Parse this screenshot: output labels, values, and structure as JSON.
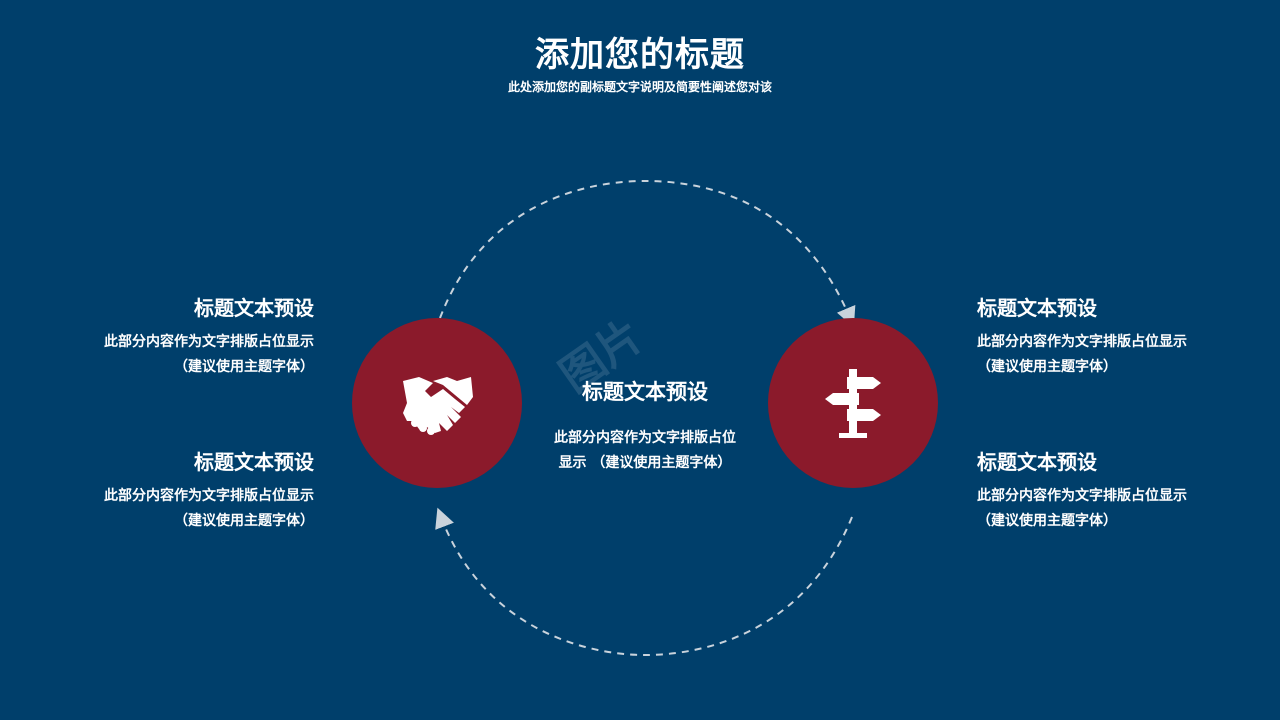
{
  "header": {
    "title": "添加您的标题",
    "subtitle": "此处添加您的副标题文字说明及简要性阐述您对该"
  },
  "colors": {
    "background": "#003f6b",
    "circle_fill": "#8b1a2b",
    "text": "#ffffff",
    "dashed_arrow": "#c9d3dc"
  },
  "center_block": {
    "title": "标题文本预设",
    "body_line1": "此部分内容作为文字排版占位",
    "body_line2": "显示 （建议使用主题字体）"
  },
  "left_blocks": [
    {
      "title": "标题文本预设",
      "line1": "此部分内容作为文字排版占位显示",
      "line2": "（建议使用主题字体）"
    },
    {
      "title": "标题文本预设",
      "line1": "此部分内容作为文字排版占位显示",
      "line2": "（建议使用主题字体）"
    }
  ],
  "right_blocks": [
    {
      "title": "标题文本预设",
      "line1": "此部分内容作为文字排版占位显示",
      "line2": "（建议使用主题字体）"
    },
    {
      "title": "标题文本预设",
      "line1": "此部分内容作为文字排版占位显示",
      "line2": "（建议使用主题字体）"
    }
  ],
  "icons": {
    "left_circle": "handshake-icon",
    "right_circle": "signpost-icon"
  }
}
